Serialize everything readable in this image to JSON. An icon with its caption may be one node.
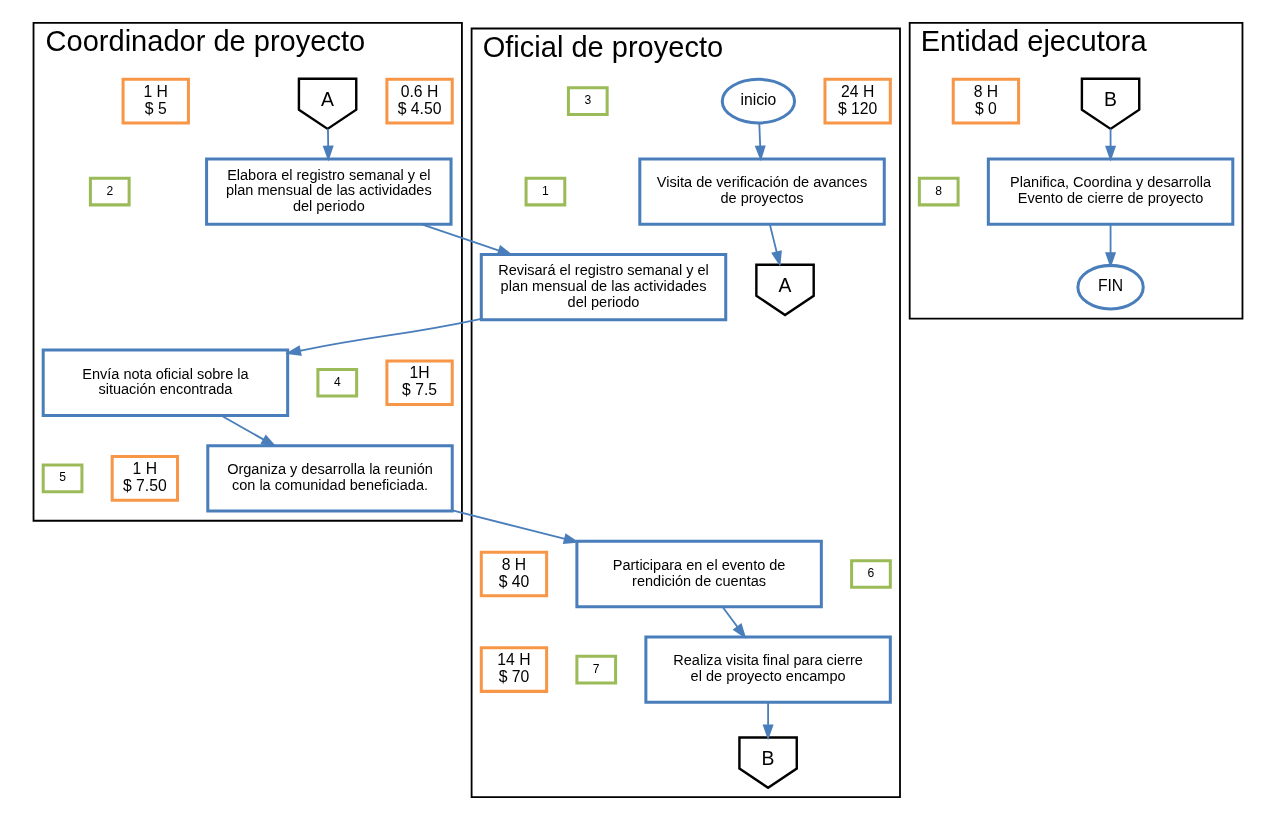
{
  "diagram": {
    "nodes": [
      {
        "text": [
          "Coordinador de proyecto"
        ]
      },
      {
        "text": [
          "Oficial de proyecto"
        ]
      },
      {
        "text": [
          "Entidad ejecutora"
        ]
      },
      {
        "text": [
          "0.6 H",
          "$ 4.50"
        ],
        "in": 0
      },
      {
        "text": [
          "A"
        ],
        "in": 0
      },
      {
        "text": [
          "2"
        ],
        "in": 0
      },
      {
        "text": [
          "Elabora el registro semanal y el plan mensual de las actividades del periodo"
        ],
        "in": 0
      },
      {
        "text": [
          "1 H",
          "$ 5"
        ],
        "in": 0
      },
      {
        "text": [
          "1H",
          "$ 7.5"
        ],
        "in": 0
      },
      {
        "text": [
          "4"
        ],
        "in": 0
      },
      {
        "text": [
          "Envía nota oficial sobre la situación encontrada"
        ],
        "in": 0
      },
      {
        "text": [
          "1 H",
          "$ 7.50"
        ],
        "in": 0
      },
      {
        "text": [
          "5"
        ],
        "in": 0
      },
      {
        "text": [
          "Organiza y desarrolla la reunión con la comunidad beneficiada."
        ],
        "in": 0
      },
      {
        "text": [
          "24 H",
          "$ 120"
        ],
        "in": 1
      },
      {
        "text": [
          "inicio"
        ],
        "in": 1
      },
      {
        "text": [
          "1"
        ],
        "in": 1
      },
      {
        "text": [
          "Visita de verificación de avances de proyectos"
        ],
        "in": 1
      },
      {
        "text": [
          "A"
        ],
        "in": 1
      },
      {
        "text": [
          "3"
        ],
        "in": 1
      },
      {
        "text": [
          "Revisará el registro semanal y el plan mensual de las actividades del periodo"
        ],
        "in": 1
      },
      {
        "text": [
          "6"
        ],
        "in": 1
      },
      {
        "text": [
          "Participara en el evento de rendición de cuentas"
        ],
        "in": 1
      },
      {
        "text": [
          "8 H",
          "$ 40"
        ],
        "in": 1
      },
      {
        "text": [
          "7"
        ],
        "in": 1
      },
      {
        "text": [
          "Realiza visita final para cierre el de proyecto encampo"
        ],
        "in": 1
      },
      {
        "text": [
          "14 H",
          "$ 70"
        ],
        "in": 1
      },
      {
        "text": [
          "B"
        ],
        "in": 1
      },
      {
        "text": [
          "B"
        ],
        "in": 2
      },
      {
        "text": [
          "8 H",
          "$ 0"
        ],
        "in": 2
      },
      {
        "text": [
          "8"
        ],
        "in": 2
      },
      {
        "text": [
          "Planifica, Coordina y desarrolla Evento de cierre de proyecto"
        ],
        "in": 2
      },
      {
        "text": [
          "FIN"
        ],
        "in": 2
      }
    ],
    "edges": [
      {
        "from": 4,
        "to": 6,
        "arrow": "to"
      },
      {
        "from": 15,
        "to": 17,
        "arrow": "to"
      },
      {
        "from": 17,
        "to": 18,
        "arrow": "to"
      },
      {
        "from": 6,
        "to": 20,
        "arrow": "to"
      },
      {
        "from": 20,
        "to": 10,
        "arrow": "to"
      },
      {
        "from": 10,
        "to": 13,
        "arrow": "to"
      },
      {
        "from": 13,
        "to": 22,
        "arrow": "to"
      },
      {
        "from": 22,
        "to": 25,
        "arrow": "to"
      },
      {
        "from": 25,
        "to": 27,
        "arrow": "to"
      },
      {
        "from": 28,
        "to": 31,
        "arrow": "to"
      },
      {
        "from": 31,
        "to": 32,
        "arrow": "to"
      }
    ]
  }
}
